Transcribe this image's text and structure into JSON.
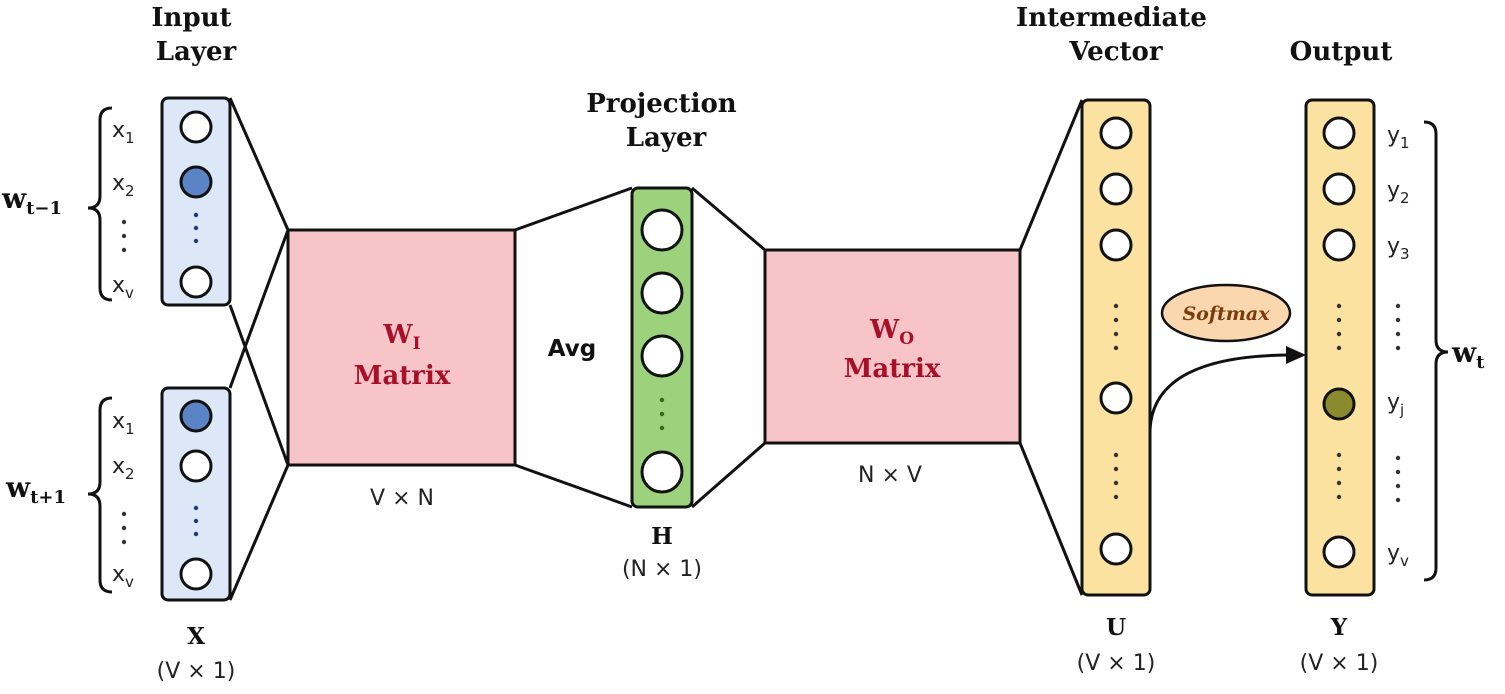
{
  "headers": {
    "input_line1": "Input",
    "input_line2": "Layer",
    "projection_line1": "Projection",
    "projection_line2": "Layer",
    "intermediate_line1": "Intermediate",
    "intermediate_line2": "Vector",
    "output": "Output"
  },
  "context_words": {
    "prev_base": "w",
    "prev_sub": "t−1",
    "next_base": "w",
    "next_sub": "t+1",
    "target_base": "w",
    "target_sub": "t"
  },
  "input_labels": {
    "x1_base": "x",
    "x1_sub": "1",
    "x2_base": "x",
    "x2_sub": "2",
    "xv_base": "x",
    "xv_sub": "v"
  },
  "output_labels": {
    "y1_base": "y",
    "y1_sub": "1",
    "y2_base": "y",
    "y2_sub": "2",
    "y3_base": "y",
    "y3_sub": "3",
    "yj_base": "y",
    "yj_sub": "j",
    "yv_base": "y",
    "yv_sub": "v"
  },
  "matrices": {
    "wi_base": "W",
    "wi_sub": "I",
    "wi_word": "Matrix",
    "wi_dim": "V × N",
    "wo_base": "W",
    "wo_sub": "O",
    "wo_word": "Matrix",
    "wo_dim": "N × V"
  },
  "avg_label": "Avg",
  "softmax_label": "Softmax",
  "vectors": {
    "x_name": "X",
    "x_dim": "(V × 1)",
    "h_name": "H",
    "h_dim": "(N × 1)",
    "u_name": "U",
    "u_dim": "(V × 1)",
    "y_name": "Y",
    "y_dim": "(V × 1)"
  },
  "colors": {
    "input_fill": "#dce8f7",
    "input_stroke": "#1a1a1a",
    "active_input_node": "#5b84c7",
    "matrix_fill": "#f7c5c7",
    "matrix_text": "#a8102a",
    "projection_fill": "#9bd27b",
    "vector_fill": "#fbe2a0",
    "active_output_node": "#8a8a2e",
    "softmax_fill": "#fbd7b0",
    "softmax_text": "#7a3b0a"
  }
}
